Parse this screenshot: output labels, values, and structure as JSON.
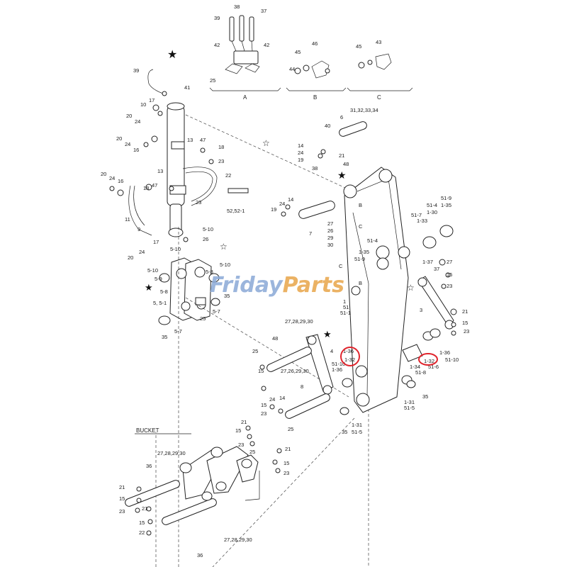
{
  "watermark": {
    "brand_part1": "Friday",
    "brand_part2": "Parts"
  },
  "colors": {
    "watermark_blue": "#8aa9d6",
    "watermark_orange": "#e8a54a",
    "highlight": "#e0242c",
    "line": "#222222"
  },
  "sections": {
    "a": "A",
    "b": "B",
    "c": "C",
    "bucket": "BUCKET"
  },
  "callouts": {
    "c39a": "39",
    "c38": "38",
    "c37": "37",
    "c42a": "42",
    "c42b": "42",
    "c25a": "25",
    "c45a": "45",
    "c46": "46",
    "c44": "44",
    "c45b": "45",
    "c43": "43",
    "c39b": "39",
    "c41": "41",
    "c17a": "17",
    "c10": "10",
    "c20a": "20",
    "c24a": "24",
    "c20b": "20",
    "c24b": "24",
    "c16a": "16",
    "c13a": "13",
    "c47a": "47",
    "c18a": "18",
    "c23a": "23",
    "c22": "22",
    "c13b": "13",
    "c20c": "20",
    "c24c": "24",
    "c16b": "16",
    "c18b": "18",
    "c47b": "47",
    "c23b": "23",
    "c52": "52,52-1",
    "c11": "11",
    "c9": "9",
    "c17b": "17",
    "c24d": "24",
    "c20d": "20",
    "c5_10a": "5-10",
    "c26a": "26",
    "c5_10b": "5-10",
    "c5_10c": "5-10",
    "c5_10d": "5-10",
    "c5_9": "5-9",
    "c5_8a": "5-8",
    "c5_8b": "5-8",
    "c5_5_1": "5, 5-1",
    "c25b": "25",
    "c5_7a": "5-7",
    "c35a": "35",
    "c5_7b": "5-7",
    "c35b": "35",
    "c31": "31,32,33,34",
    "c6": "6",
    "c40": "40",
    "c14a": "14",
    "c24e": "24",
    "c19a": "19",
    "c21": "21",
    "c48a": "48",
    "c38b": "38",
    "c19b": "19",
    "c24f": "24",
    "c14b": "14",
    "c7": "7",
    "c27a": "27",
    "c26b": "26",
    "c29a": "29",
    "c30a": "30",
    "c51_9": "51-9",
    "c1_35a": "1-35",
    "c51_4": "51-4",
    "c1_30": "1-30",
    "c51_7": "51-7",
    "c1_33": "1-33",
    "c51_4b": "51-4",
    "c1_35b": "1-35",
    "c51_9b": "51-9",
    "c1_37": "1-37",
    "c37b": "37",
    "c27b": "27",
    "c15a": "15",
    "c23c": "23",
    "c3": "3",
    "c21b": "21",
    "c15b": "15",
    "c23d": "23",
    "c1": "1",
    "c51": "51",
    "c51_1": "51-1",
    "c27c": "27,28,29,30",
    "c48b": "48",
    "c4": "4",
    "c1_36a": "1-36",
    "c1_32a": "1-32",
    "c51_10a": "51-10",
    "c1_36b": "1-36",
    "c25c": "25",
    "c15c": "15",
    "c27d": "27,26,29,30",
    "c8": "8",
    "c24g": "24",
    "c14c": "14",
    "c15d": "15",
    "c23e": "23",
    "c25d": "25",
    "c1_34": "1-34",
    "c51_8": "51-8",
    "c1_32b": "1-32",
    "c1_36c": "1-36",
    "c51_10b": "51-10",
    "c51_6": "51-6",
    "c35c": "35",
    "c1_31a": "1-31",
    "c51_5a": "51-5",
    "c1_31b": "1-31",
    "c51_5b": "51-5",
    "c35d": "35",
    "c21c": "21",
    "c15e": "15",
    "c23f": "23",
    "c25e": "25",
    "c21d": "21",
    "c15f": "15",
    "c23g": "23",
    "c27e": "27,28,29,30",
    "c36a": "36",
    "c21e": "21",
    "c15g": "15",
    "c23h": "23",
    "c21f": "21",
    "c15h": "15",
    "c22b": "22",
    "c27f": "27,28,29,30",
    "c36b": "36",
    "mB1": "B",
    "mB2": "B",
    "mC1": "C",
    "mC2": "C"
  }
}
